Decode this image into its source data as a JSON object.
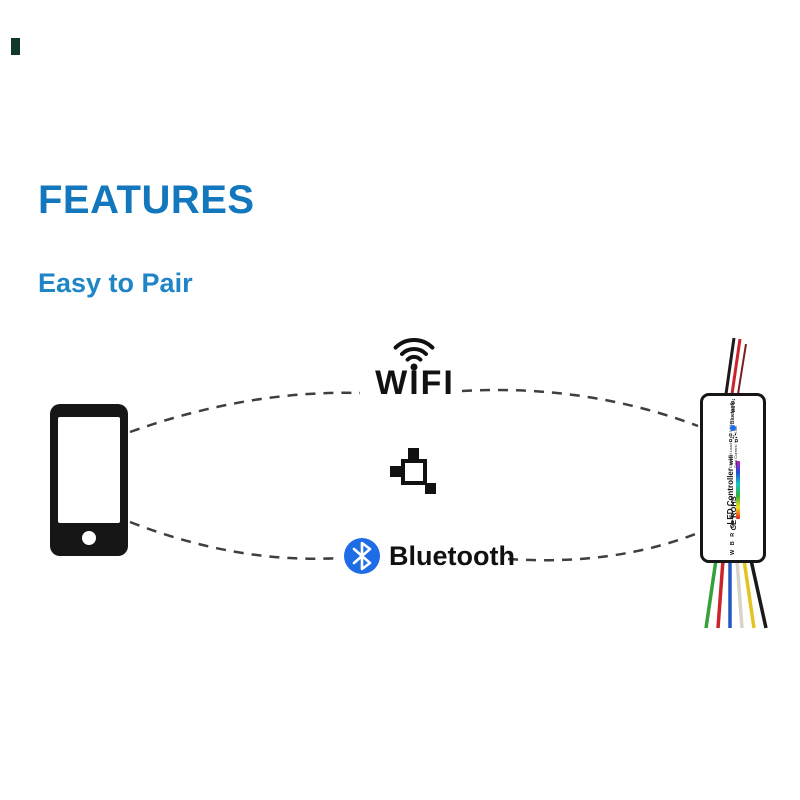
{
  "header": {
    "title": "FEATURES",
    "subtitle": "Easy to Pair"
  },
  "diagram": {
    "wifi_label": "WIFI",
    "bluetooth_label": "Bluetooth"
  },
  "controller": {
    "top_label": "DC 5-24V",
    "bluetooth_badge": "Bluetooth",
    "spec_line1": "Channel Load: Max 3.5A",
    "spec_line2": "Total Current: Max 3.5A",
    "name": "LED Controller",
    "wifi_text": "wifi",
    "cert": "CE ROHS",
    "wire_labels": "W B R G +"
  },
  "colors": {
    "accent_blue": "#1277BD",
    "subtitle_blue": "#1E85C7",
    "bluetooth_blue": "#1E6DE6",
    "dash_gray": "#3F3F3F",
    "device_black": "#161616",
    "wire_colors": [
      "#35A13B",
      "#CC2229",
      "#2357C5",
      "#D9D4C8",
      "#E5C322",
      "#1A1A1A"
    ]
  },
  "icons": [
    "smartphone-icon",
    "wifi-icon",
    "pairing-icon",
    "bluetooth-icon",
    "qr-code",
    "rainbow-strip"
  ]
}
